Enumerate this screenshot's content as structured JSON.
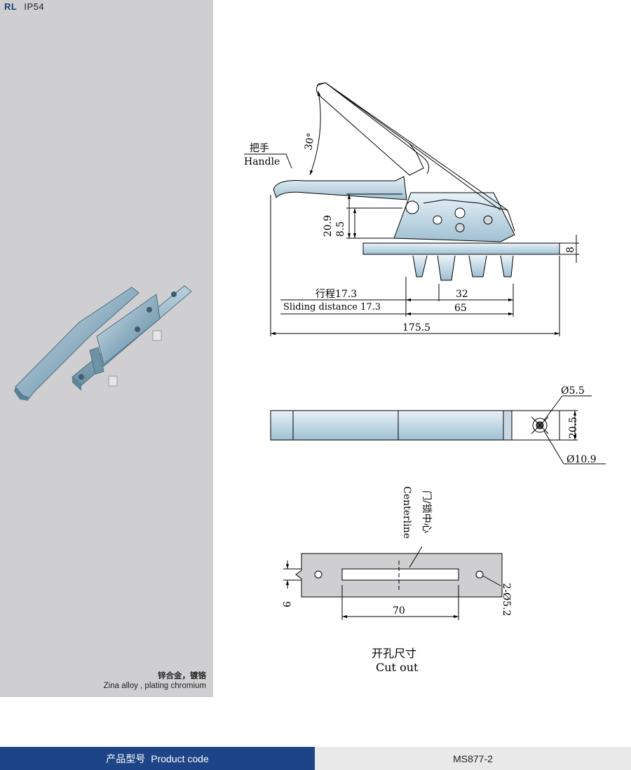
{
  "header": {
    "series": "RL",
    "rating": "IP54"
  },
  "material": {
    "cn": "锌合金，镀铬",
    "en": "Zina alloy , plating chromium"
  },
  "side_view": {
    "handle_cn": "把手",
    "handle_en": "Handle",
    "angle": "30°",
    "dim_20_9": "20.9",
    "dim_8_5": "8.5",
    "dim_8": "8",
    "stroke_cn": "行程17.3",
    "stroke_en": "Sliding distance 17.3",
    "dim_32": "32",
    "dim_65": "65",
    "dim_175_5": "175.5"
  },
  "top_view": {
    "dia_5_5": "Ø5.5",
    "dim_20_5": "20.5",
    "dia_10_9": "Ø10.9"
  },
  "cutout": {
    "centerline_en": "Centerline",
    "centerline_cn": "门/锁中心",
    "dim_9": "9",
    "dim_70": "70",
    "holes": "2-Ø5.2",
    "title_cn": "开孔尺寸",
    "title_en": "Cut out"
  },
  "footer": {
    "label_cn": "产品型号",
    "label_en": "Product code",
    "code": "MS877-2"
  }
}
